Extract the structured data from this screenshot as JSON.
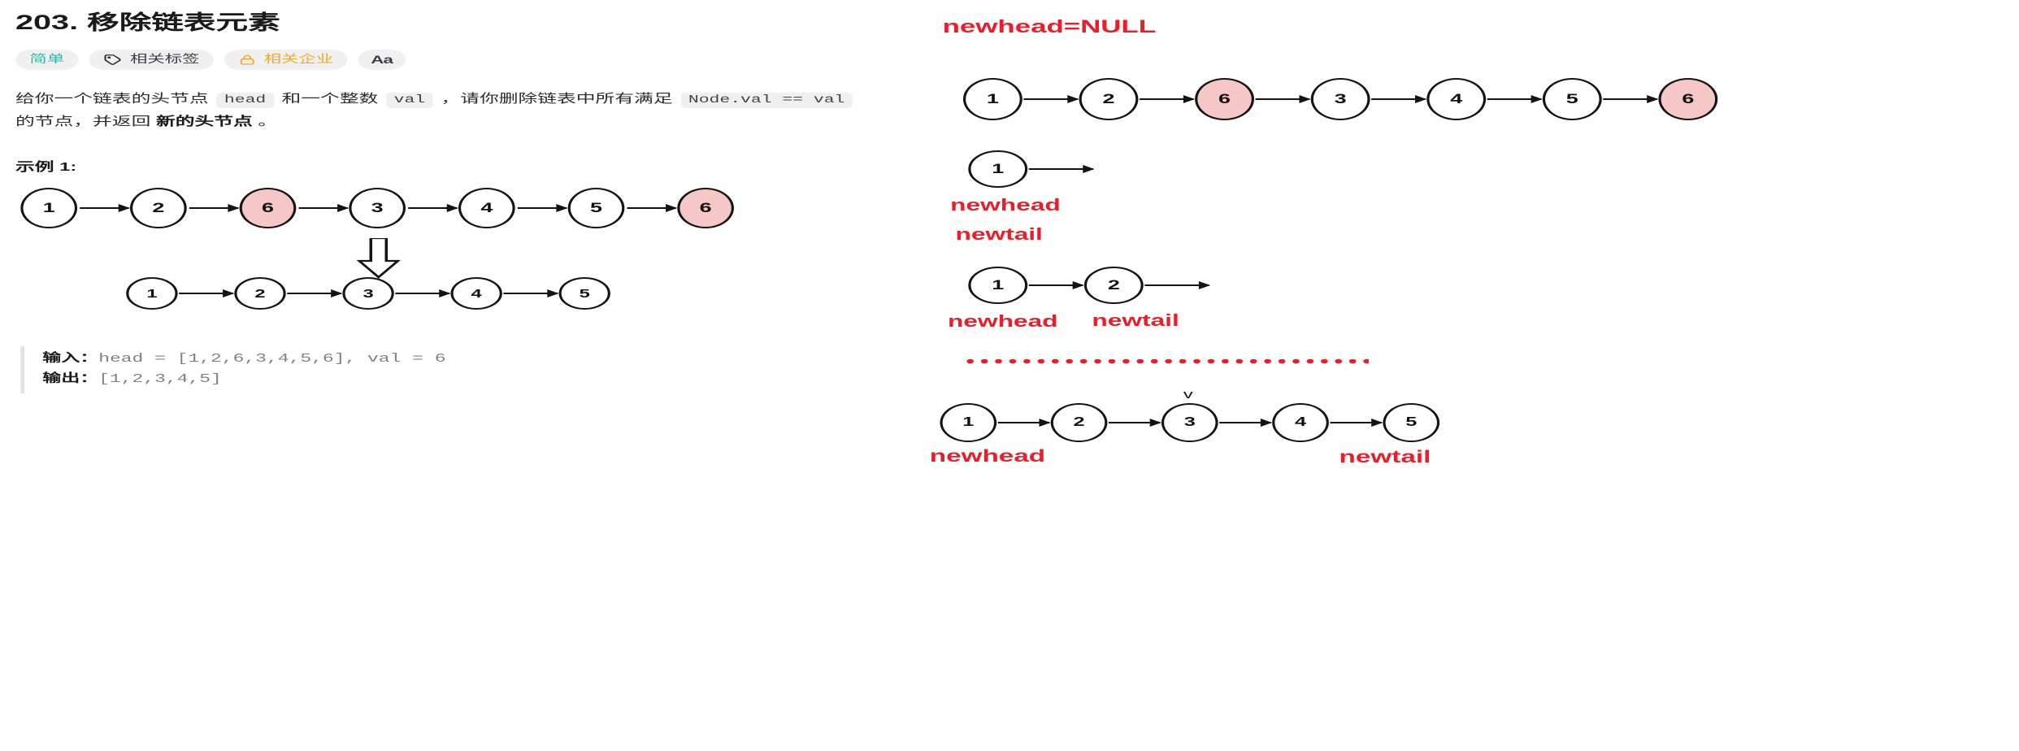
{
  "problem": {
    "title": "203. 移除链表元素",
    "tags": [
      {
        "name": "difficulty-badge",
        "label": "简单",
        "icon": "none",
        "color": "#2db8a6"
      },
      {
        "name": "related-tags-button",
        "label": "相关标签",
        "icon": "tag-icon",
        "color": "#3c3c44"
      },
      {
        "name": "related-companies-button",
        "label": "相关企业",
        "icon": "lock-icon",
        "color": "#eeab2e"
      },
      {
        "name": "font-size-button",
        "label": "Aa",
        "icon": "font-icon",
        "color": "#3c3c44"
      }
    ],
    "description": {
      "part1": "给你一个链表的头节点 ",
      "code1": "head",
      "part2": " 和一个整数 ",
      "code2": "val",
      "part3": " ，请你删除链表中所有满足 ",
      "code3": "Node.val == val",
      "part4": " 的节点，并返回 ",
      "bold1": "新的头节点",
      "part5": " 。"
    },
    "example_label": "示例 1:",
    "io": {
      "input_key": "输入：",
      "input_value": "head = [1,2,6,3,4,5,6], val = 6",
      "output_key": "输出：",
      "output_value": "[1,2,3,4,5]"
    }
  },
  "example_diagram": {
    "top_list": {
      "values": [
        "1",
        "2",
        "6",
        "3",
        "4",
        "5",
        "6"
      ],
      "highlighted": [
        2,
        6
      ]
    },
    "bottom_list": {
      "values": [
        "1",
        "2",
        "3",
        "4",
        "5"
      ],
      "highlighted": []
    },
    "transform_arrow": "down-arrow-icon"
  },
  "annotation_panel": {
    "heading": "newhead=NULL",
    "steps": [
      {
        "name": "step-full-list",
        "list": {
          "values": [
            "1",
            "2",
            "6",
            "3",
            "4",
            "5",
            "6"
          ],
          "highlighted": [
            2,
            6
          ]
        },
        "labels": []
      },
      {
        "name": "step-one-node",
        "list": {
          "values": [
            "1"
          ],
          "highlighted": [],
          "trailing_arrow": true
        },
        "labels": [
          "newhead",
          "newtail"
        ]
      },
      {
        "name": "step-two-nodes",
        "list": {
          "values": [
            "1",
            "2"
          ],
          "highlighted": [],
          "trailing_arrow": true
        },
        "labels": [
          "newhead",
          "newtail"
        ]
      },
      {
        "name": "step-final-list",
        "list": {
          "values": [
            "1",
            "2",
            "3",
            "4",
            "5"
          ],
          "highlighted": []
        },
        "labels": [
          "newhead",
          "newtail"
        ],
        "caret": "v"
      }
    ],
    "separator": "red-dotted-line",
    "accent_color": "#ee1c27"
  }
}
